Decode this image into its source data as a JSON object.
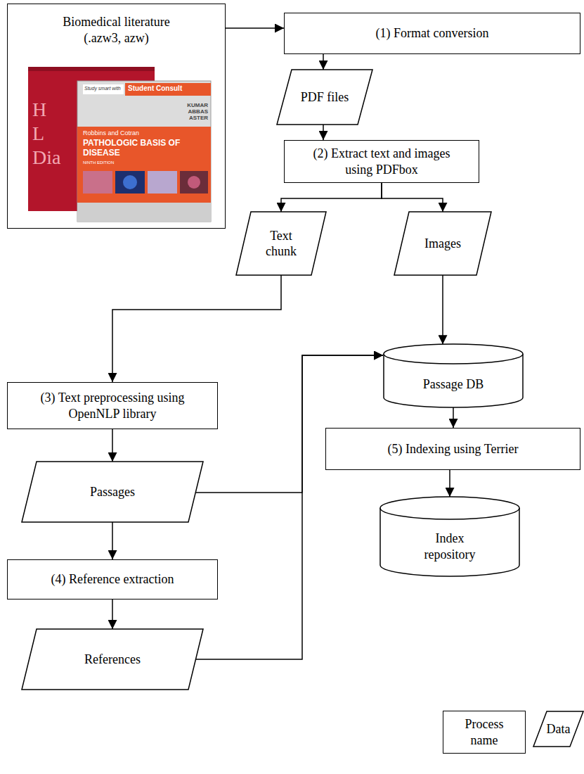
{
  "diagram": {
    "nodes": [
      {
        "text": [
          "Biomedical literature (.azw3, azw)"
        ]
      },
      {
        "text": [
          "(1) Format conversion"
        ]
      },
      {
        "text": [
          "PDF files"
        ]
      },
      {
        "text": [
          "(2) Extract text and images using PDFbox"
        ]
      },
      {
        "text": [
          "Text chunk"
        ]
      },
      {
        "text": [
          "Images"
        ]
      },
      {
        "text": [
          "(3) Text preprocessing using OpenNLP library"
        ]
      },
      {
        "text": [
          "Passage DB"
        ]
      },
      {
        "text": [
          "Passages"
        ]
      },
      {
        "text": [
          "(5) Indexing using Terrier"
        ]
      },
      {
        "text": [
          "(4) Reference extraction"
        ]
      },
      {
        "text": [
          "Index repository"
        ]
      },
      {
        "text": [
          "References"
        ]
      },
      {
        "text": [
          "Process name"
        ]
      },
      {
        "text": [
          "Data"
        ]
      }
    ],
    "edges": [
      {
        "from": 0,
        "to": 1,
        "arrow": "to"
      },
      {
        "from": 1,
        "to": 2,
        "arrow": "to"
      },
      {
        "from": 2,
        "to": 3,
        "arrow": "to"
      },
      {
        "from": 3,
        "to": 4,
        "arrow": "to"
      },
      {
        "from": 3,
        "to": 5,
        "arrow": "to"
      },
      {
        "from": 4,
        "to": 6,
        "arrow": "to"
      },
      {
        "from": 5,
        "to": 7,
        "arrow": "to"
      },
      {
        "from": 6,
        "to": 8,
        "arrow": "to"
      },
      {
        "from": 8,
        "to": 7,
        "arrow": "to"
      },
      {
        "from": 8,
        "to": 10,
        "arrow": "to"
      },
      {
        "from": 10,
        "to": 12,
        "arrow": "to"
      },
      {
        "from": 12,
        "to": 7,
        "arrow": "to"
      },
      {
        "from": 7,
        "to": 9,
        "arrow": "to"
      },
      {
        "from": 9,
        "to": 11,
        "arrow": "to"
      }
    ],
    "labels": [
      "H",
      "L",
      "Dia",
      "Study smart with",
      "Student Consult",
      "KUMAR ABBAS ASTER",
      "Robbins and Cotran",
      "PATHOLOGIC BASIS OF DISEASE",
      "NINTH EDITION"
    ]
  }
}
